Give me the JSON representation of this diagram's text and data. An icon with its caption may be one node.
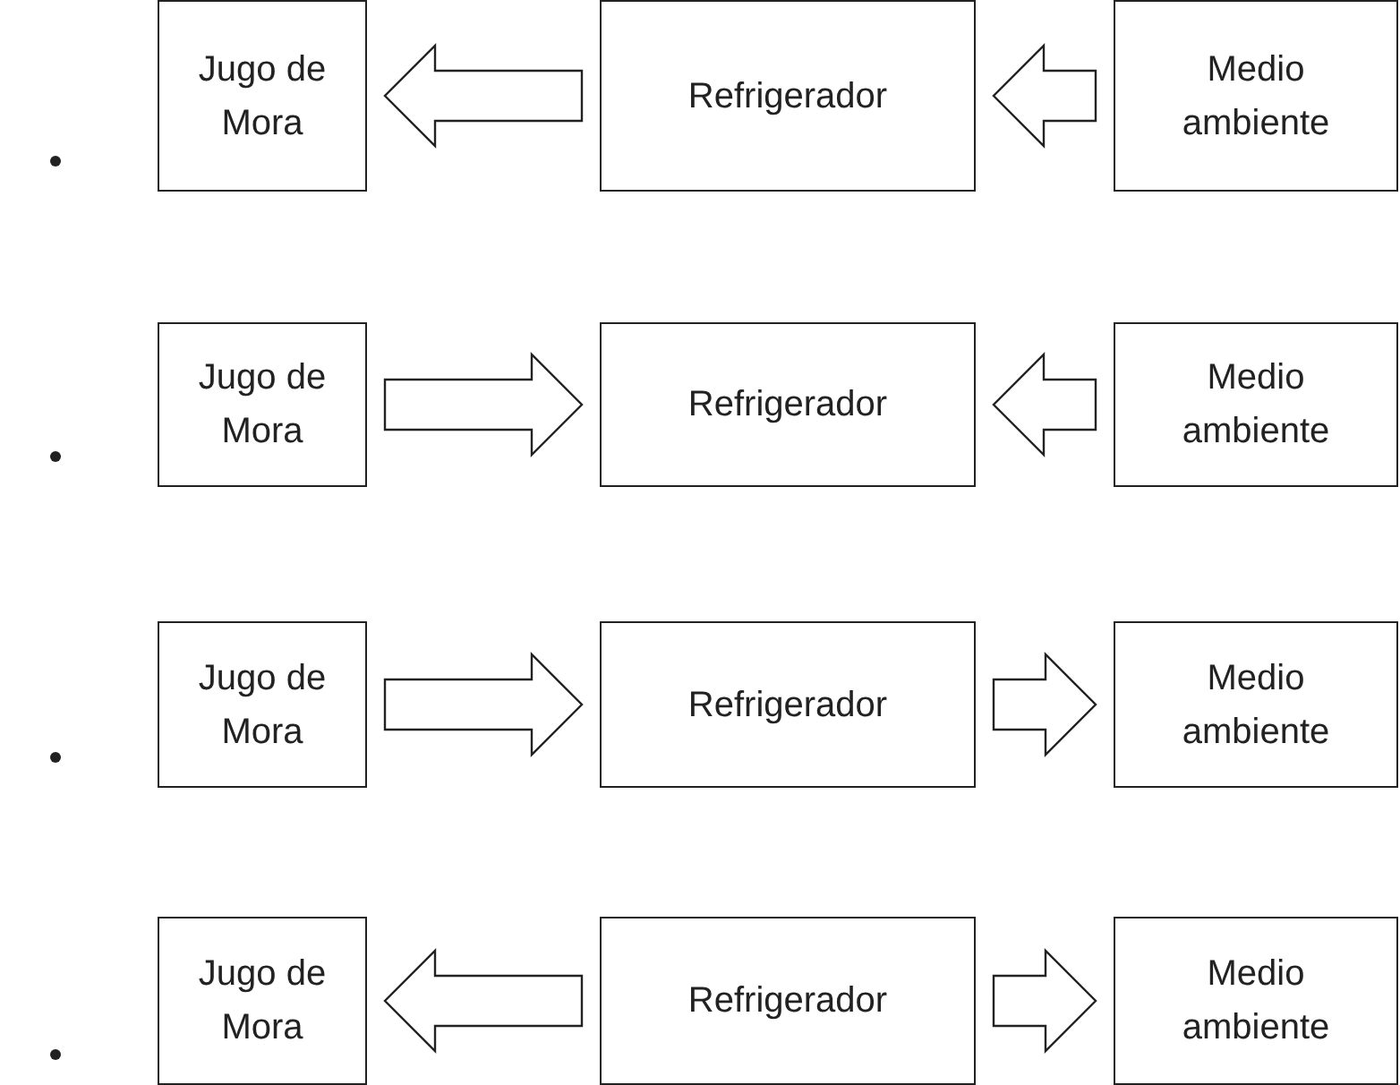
{
  "diagram": {
    "nodes": [
      {
        "text": [
          "Jugo de Mora"
        ]
      },
      {
        "text": [
          "Refrigerador"
        ]
      },
      {
        "text": [
          "Medio ambiente"
        ]
      },
      {
        "text": [
          "Jugo de Mora"
        ]
      },
      {
        "text": [
          "Refrigerador"
        ]
      },
      {
        "text": [
          "Medio ambiente"
        ]
      },
      {
        "text": [
          "Jugo de Mora"
        ]
      },
      {
        "text": [
          "Refrigerador"
        ]
      },
      {
        "text": [
          "Medio ambiente"
        ]
      },
      {
        "text": [
          "Jugo de Mora"
        ]
      },
      {
        "text": [
          "Refrigerador"
        ]
      },
      {
        "text": [
          "Medio ambiente"
        ]
      }
    ],
    "edges": [
      {
        "from": 1,
        "to": 0,
        "arrow": "to"
      },
      {
        "from": 2,
        "to": 1,
        "arrow": "to"
      },
      {
        "from": 3,
        "to": 4,
        "arrow": "to"
      },
      {
        "from": 5,
        "to": 4,
        "arrow": "to"
      },
      {
        "from": 6,
        "to": 7,
        "arrow": "to"
      },
      {
        "from": 7,
        "to": 8,
        "arrow": "to"
      },
      {
        "from": 10,
        "to": 9,
        "arrow": "to"
      },
      {
        "from": 10,
        "to": 11,
        "arrow": "to"
      }
    ]
  }
}
